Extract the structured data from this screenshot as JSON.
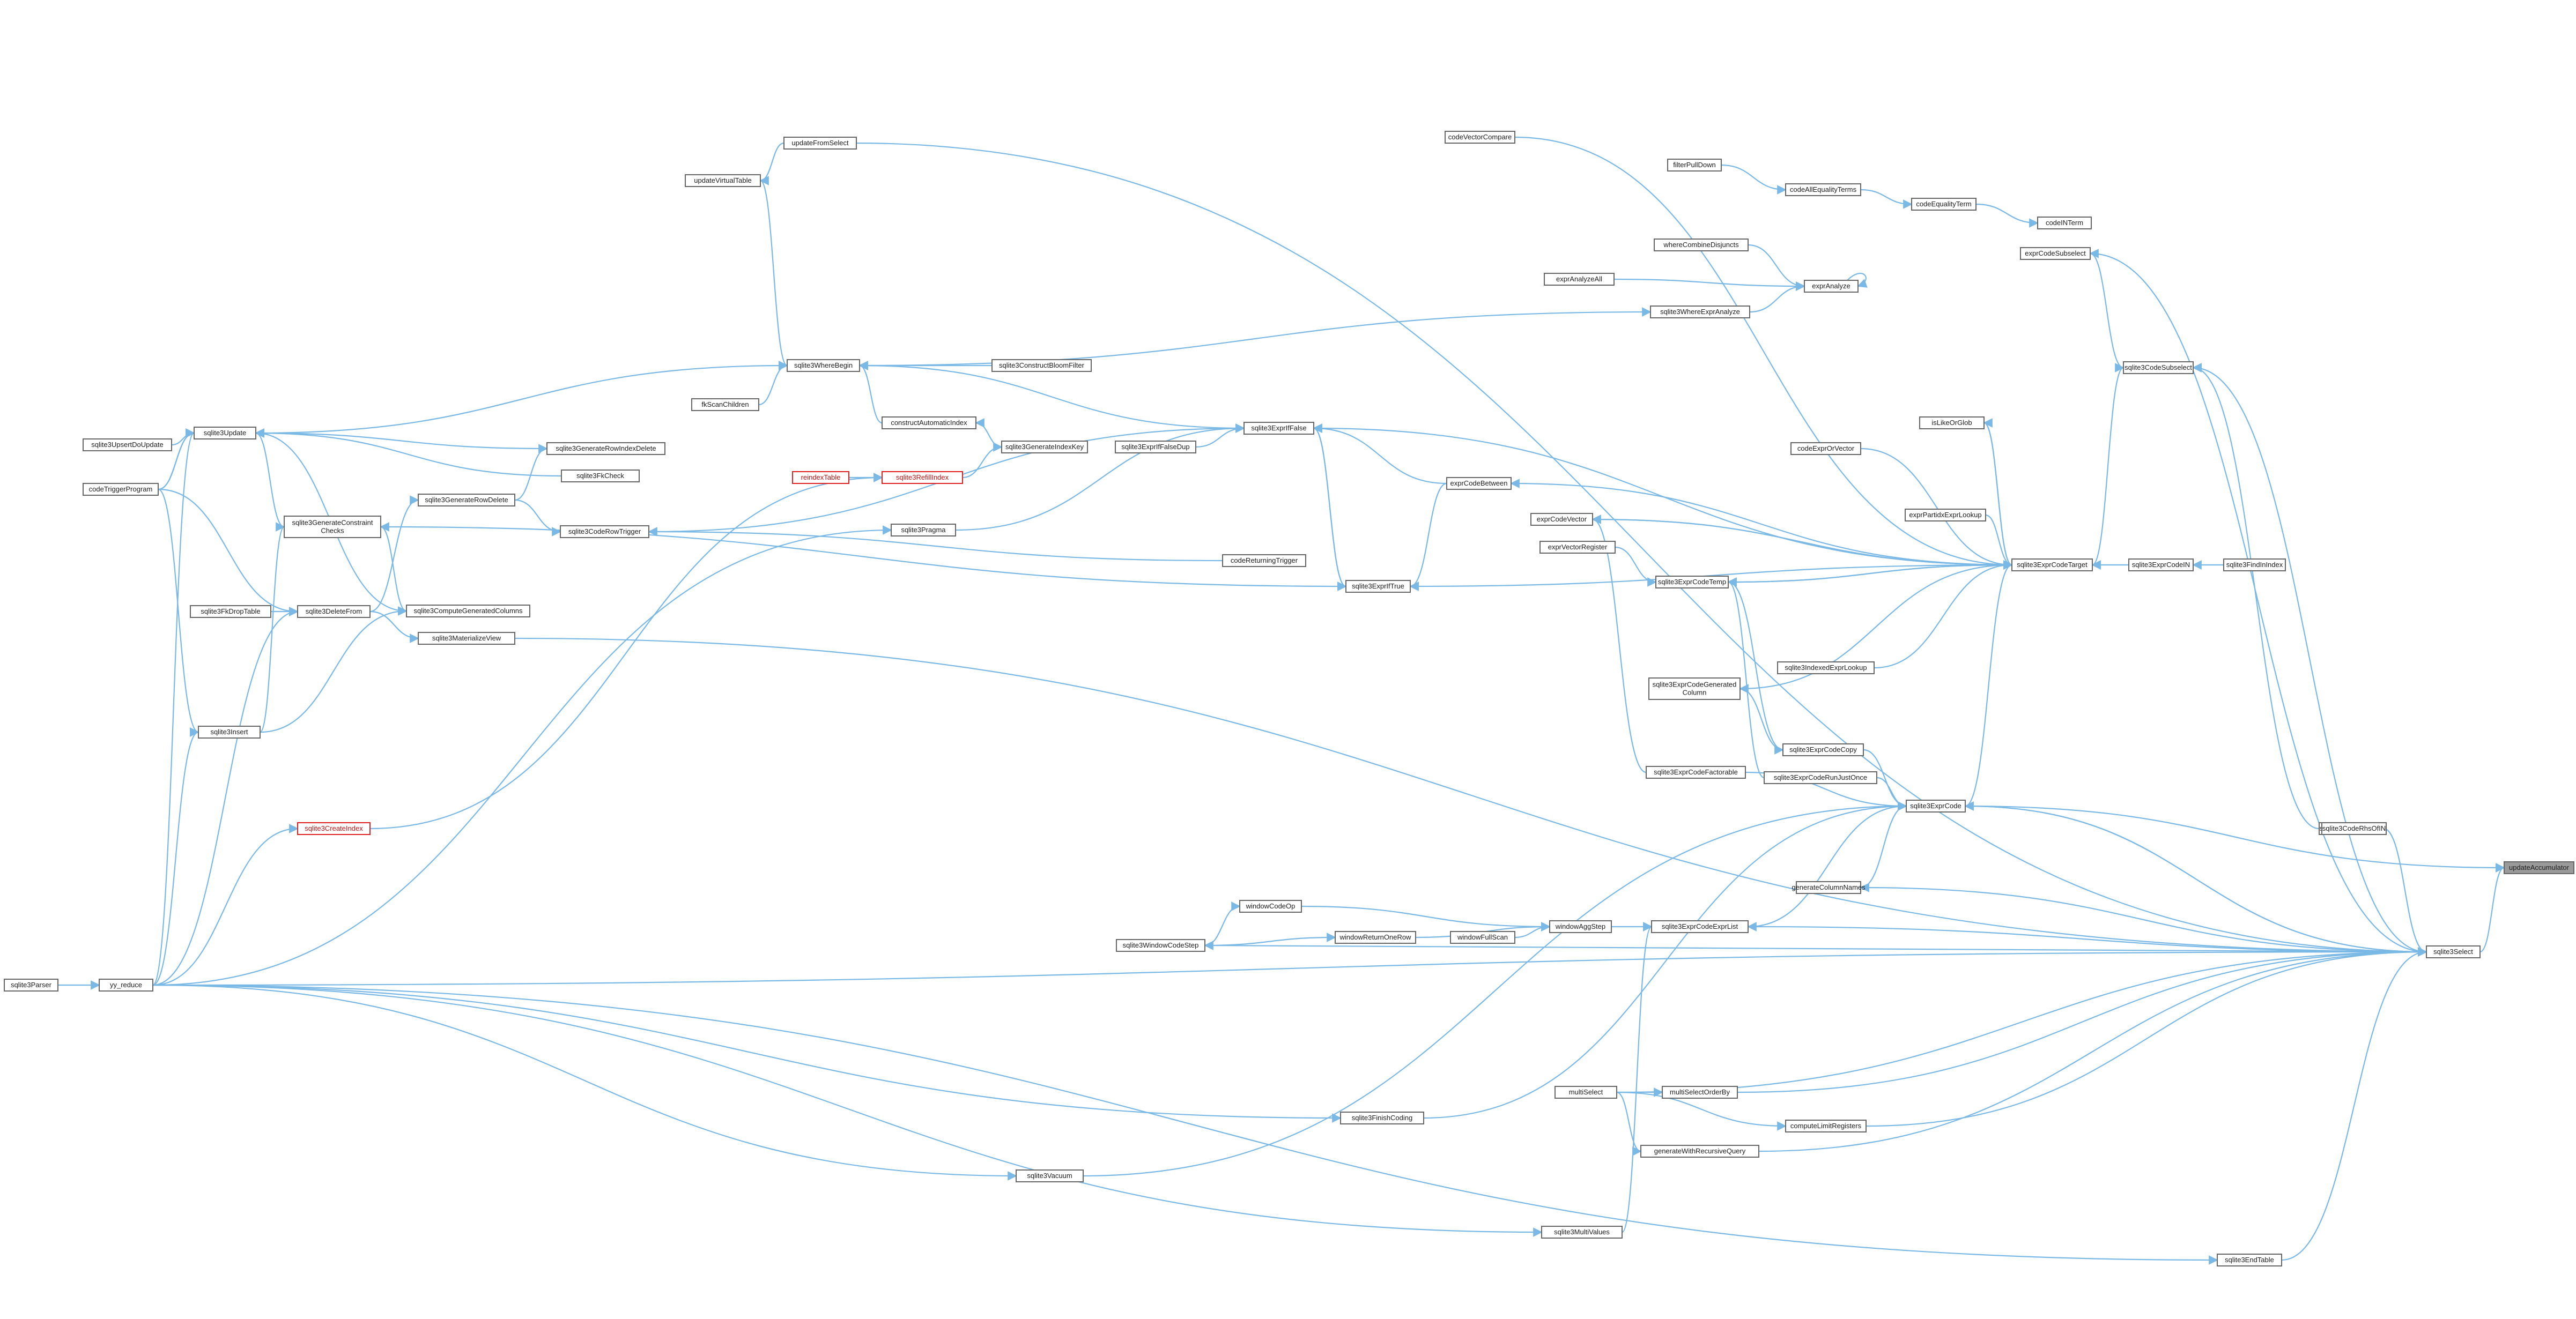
{
  "nodes": [
    {
      "id": "root",
      "label": "updateAccumulator",
      "kind": "root"
    },
    {
      "id": "sel",
      "label": "sqlite3Select"
    },
    {
      "id": "expr",
      "label": "sqlite3ExprCode"
    },
    {
      "id": "cet",
      "label": "sqlite3ExprCodeTarget"
    },
    {
      "id": "ciff",
      "label": "sqlite3ExprIfFalse"
    },
    {
      "id": "citr",
      "label": "sqlite3ExprIfTrue"
    },
    {
      "id": "cbetw",
      "label": "exprCodeBetween"
    },
    {
      "id": "cvec",
      "label": "exprCodeVector"
    },
    {
      "id": "ctemp",
      "label": "sqlite3ExprCodeTemp"
    },
    {
      "id": "cin",
      "label": "sqlite3ExprCodeIN"
    },
    {
      "id": "csub",
      "label": "sqlite3CodeSubselect"
    },
    {
      "id": "fidx",
      "label": "sqlite3FindInIndex"
    },
    {
      "id": "prh",
      "label": "sqlite3CodeRhsOfIN"
    },
    {
      "id": "ceqt",
      "label": "codeEqualityTerm"
    },
    {
      "id": "cint",
      "label": "codeINTerm"
    },
    {
      "id": "cvc",
      "label": "codeVectorCompare"
    },
    {
      "id": "fpd",
      "label": "filterPullDown"
    },
    {
      "id": "cas",
      "label": "codeAllEqualityTerms"
    },
    {
      "id": "eaa",
      "label": "exprAnalyze"
    },
    {
      "id": "wcd",
      "label": "whereCombineDisjuncts"
    },
    {
      "id": "eai",
      "label": "exprAnalyzeAll"
    },
    {
      "id": "wea",
      "label": "sqlite3WhereExprAnalyze"
    },
    {
      "id": "wb",
      "label": "sqlite3WhereBegin"
    },
    {
      "id": "cbf",
      "label": "sqlite3ConstructBloomFilter"
    },
    {
      "id": "cai",
      "label": "constructAutomaticIndex"
    },
    {
      "id": "gik",
      "label": "sqlite3GenerateIndexKey"
    },
    {
      "id": "iffd",
      "label": "sqlite3ExprIfFalseDup"
    },
    {
      "id": "isg",
      "label": "isLikeOrGlob"
    },
    {
      "id": "cexs",
      "label": "exprCodeSubselect"
    },
    {
      "id": "cxv",
      "label": "codeExprOrVector"
    },
    {
      "id": "epi",
      "label": "exprPartidxExprLookup"
    },
    {
      "id": "iel",
      "label": "sqlite3IndexedExprLookup"
    },
    {
      "id": "cgc",
      "label": "sqlite3ExprCodeGenerated\nColumn"
    },
    {
      "id": "ccopy",
      "label": "sqlite3ExprCodeCopy"
    },
    {
      "id": "cfac",
      "label": "sqlite3ExprCodeFactorable"
    },
    {
      "id": "crfo",
      "label": "sqlite3ExprCodeRunJustOnce"
    },
    {
      "id": "evr",
      "label": "exprVectorRegister"
    },
    {
      "id": "ccel",
      "label": "sqlite3ExprCodeExprList"
    },
    {
      "id": "gcsr",
      "label": "generateColumnNames"
    },
    {
      "id": "wags",
      "label": "windowAggStep"
    },
    {
      "id": "wfs",
      "label": "windowFullScan"
    },
    {
      "id": "wrow",
      "label": "windowReturnOneRow"
    },
    {
      "id": "wcdo",
      "label": "windowCodeOp"
    },
    {
      "id": "wst",
      "label": "sqlite3WindowCodeStep"
    },
    {
      "id": "msel",
      "label": "multiSelect"
    },
    {
      "id": "mso",
      "label": "multiSelectOrderBy"
    },
    {
      "id": "clr",
      "label": "computeLimitRegisters"
    },
    {
      "id": "gwrq",
      "label": "generateWithRecursiveQuery"
    },
    {
      "id": "mval",
      "label": "sqlite3MultiValues"
    },
    {
      "id": "fcod",
      "label": "sqlite3FinishCoding"
    },
    {
      "id": "vac",
      "label": "sqlite3Vacuum"
    },
    {
      "id": "etab",
      "label": "sqlite3EndTable"
    },
    {
      "id": "cproc",
      "label": "sqlite3CodeRhsOfIN"
    },
    {
      "id": "upd",
      "label": "sqlite3Update"
    },
    {
      "id": "uvt",
      "label": "updateVirtualTable"
    },
    {
      "id": "ufs",
      "label": "updateFromSelect"
    },
    {
      "id": "ctp",
      "label": "codeTriggerProgram"
    },
    {
      "id": "uul",
      "label": "sqlite3UpsertDoUpdate"
    },
    {
      "id": "grid",
      "label": "sqlite3GenerateRowIndexDelete"
    },
    {
      "id": "fkc",
      "label": "sqlite3FkCheck"
    },
    {
      "id": "fsc",
      "label": "fkScanChildren"
    },
    {
      "id": "grd",
      "label": "sqlite3GenerateRowDelete"
    },
    {
      "id": "gcc",
      "label": "sqlite3GenerateConstraint\nChecks"
    },
    {
      "id": "cft",
      "label": "sqlite3CodeRowTrigger"
    },
    {
      "id": "ccgc",
      "label": "sqlite3ComputeGeneratedColumns"
    },
    {
      "id": "mv",
      "label": "sqlite3MaterializeView"
    },
    {
      "id": "df",
      "label": "sqlite3DeleteFrom"
    },
    {
      "id": "fdt",
      "label": "sqlite3FkDropTable"
    },
    {
      "id": "ins",
      "label": "sqlite3Insert"
    },
    {
      "id": "cidx",
      "label": "sqlite3CreateIndex",
      "kind": "red"
    },
    {
      "id": "ridx",
      "label": "sqlite3RefillIndex",
      "kind": "red"
    },
    {
      "id": "rtab",
      "label": "reindexTable",
      "kind": "red"
    },
    {
      "id": "prag",
      "label": "sqlite3Pragma"
    },
    {
      "id": "crt",
      "label": "codeReturningTrigger"
    },
    {
      "id": "yyr",
      "label": "yy_reduce"
    },
    {
      "id": "pars",
      "label": "sqlite3Parser"
    }
  ]
}
